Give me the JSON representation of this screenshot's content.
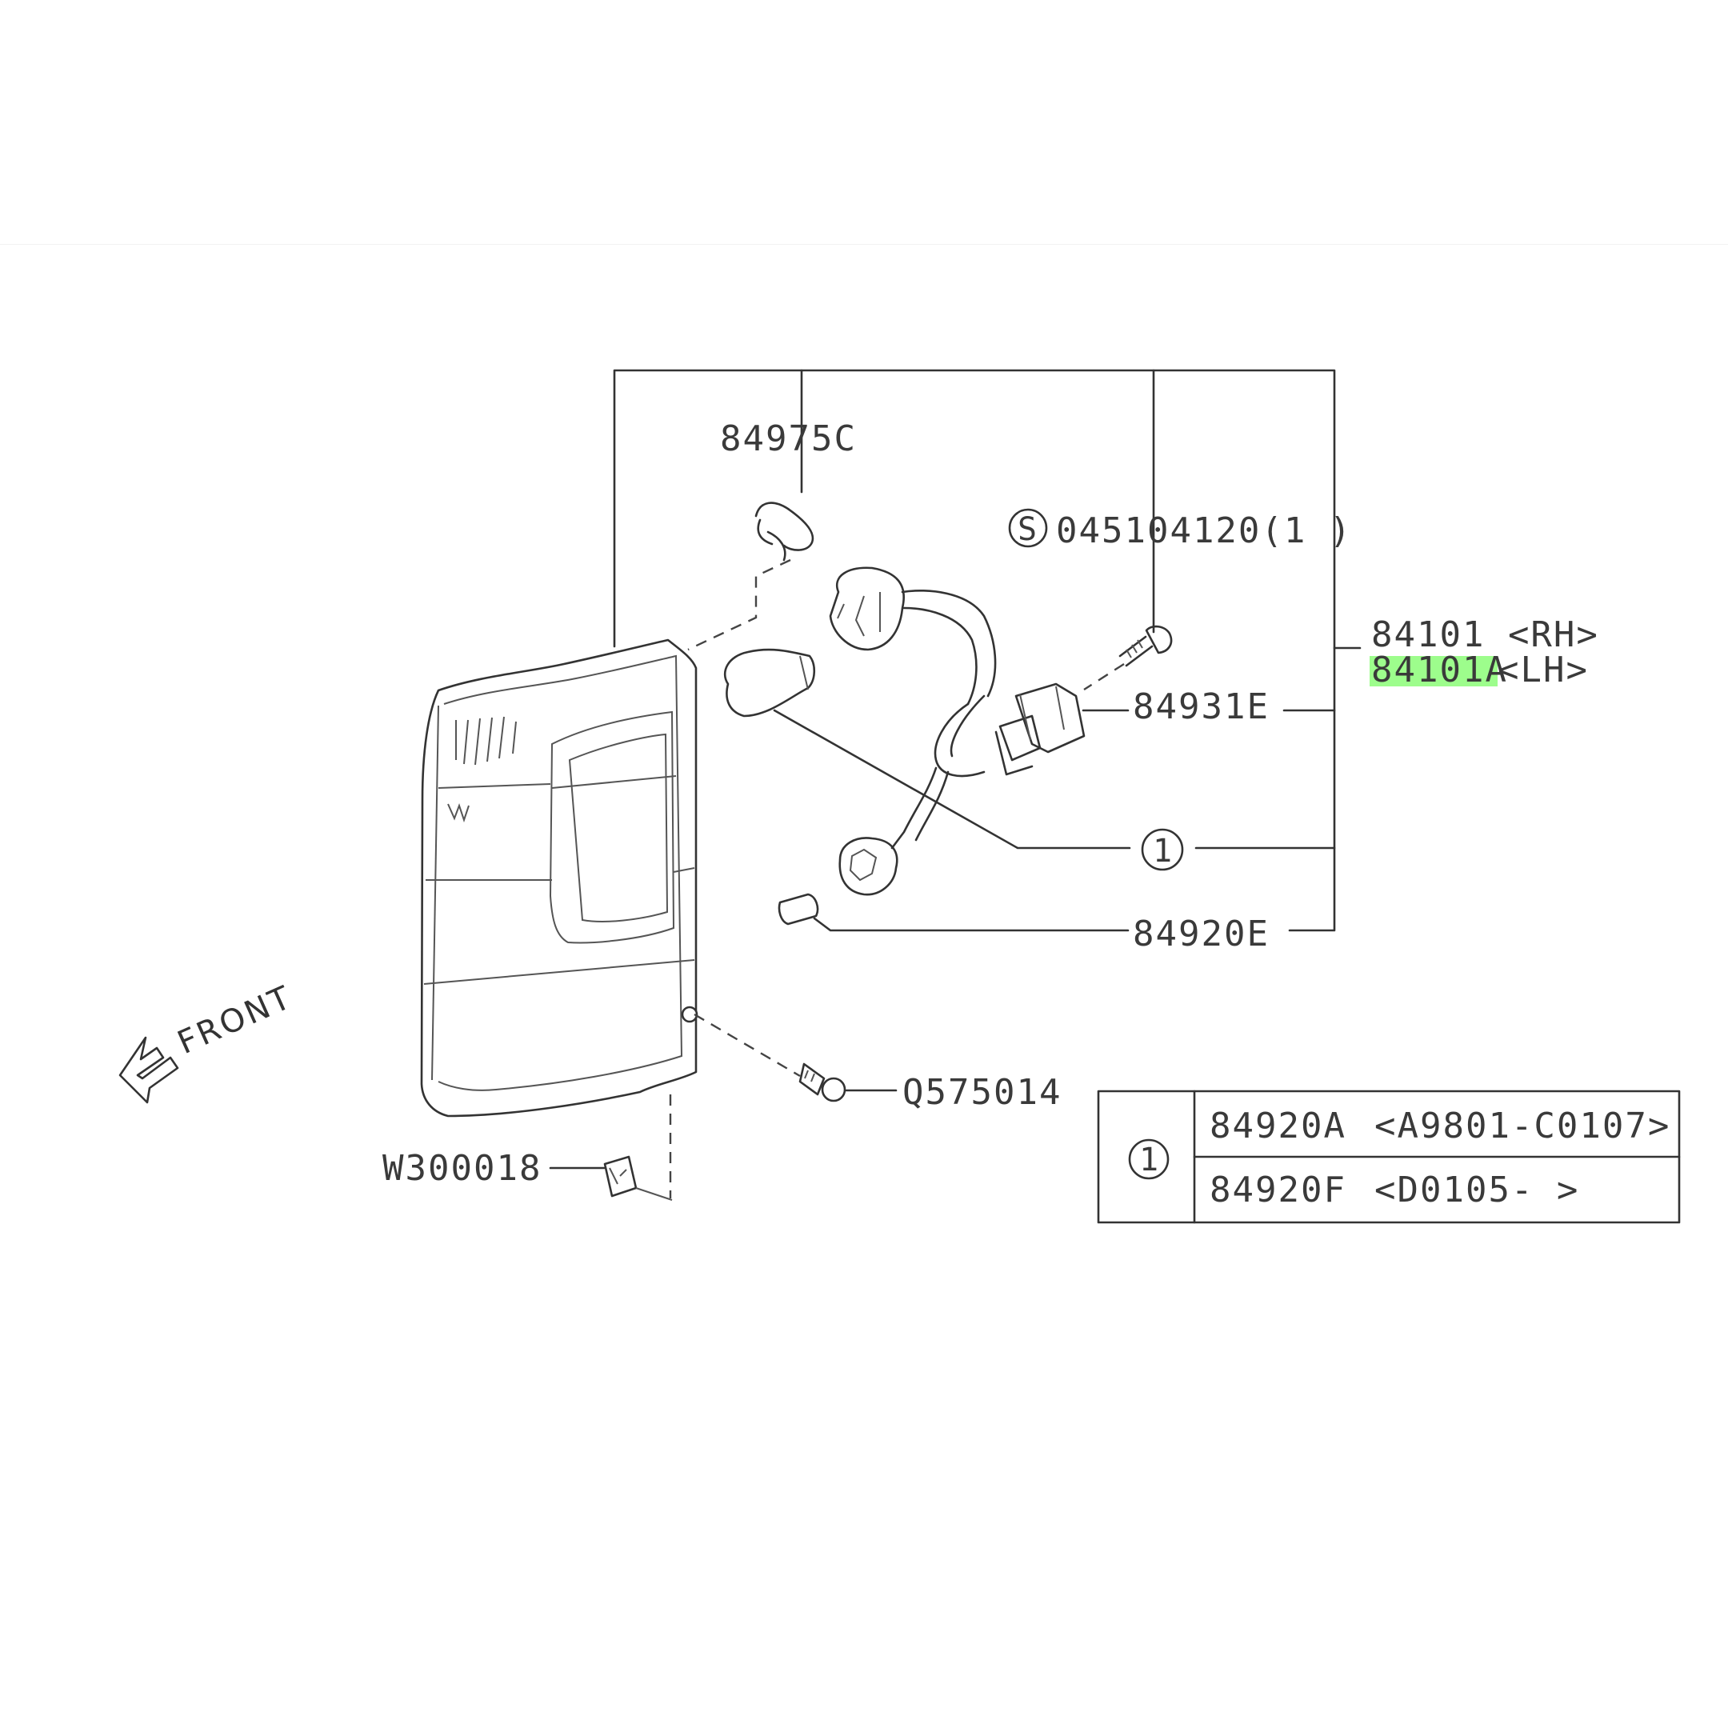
{
  "labels": {
    "p84975c": "84975C",
    "s_code": "S",
    "p045104120": "045104120(1 )",
    "p84101_rh": "84101 <RH>",
    "p84101a_part": "84101A",
    "p84101a_side": "<LH>",
    "p84931e": "84931E",
    "callout1": "1",
    "p84920e": "84920E",
    "q575014": "Q575014",
    "w300018": "W300018",
    "front": "FRONT"
  },
  "table": {
    "callout": "1",
    "rows": [
      {
        "part": "84920A",
        "range": "<A9801-C0107>"
      },
      {
        "part": "84920F",
        "range": "<D0105-       >"
      }
    ]
  },
  "colors": {
    "highlight": "#7CFC66",
    "line": "#333333",
    "text": "#3a3a3a"
  }
}
